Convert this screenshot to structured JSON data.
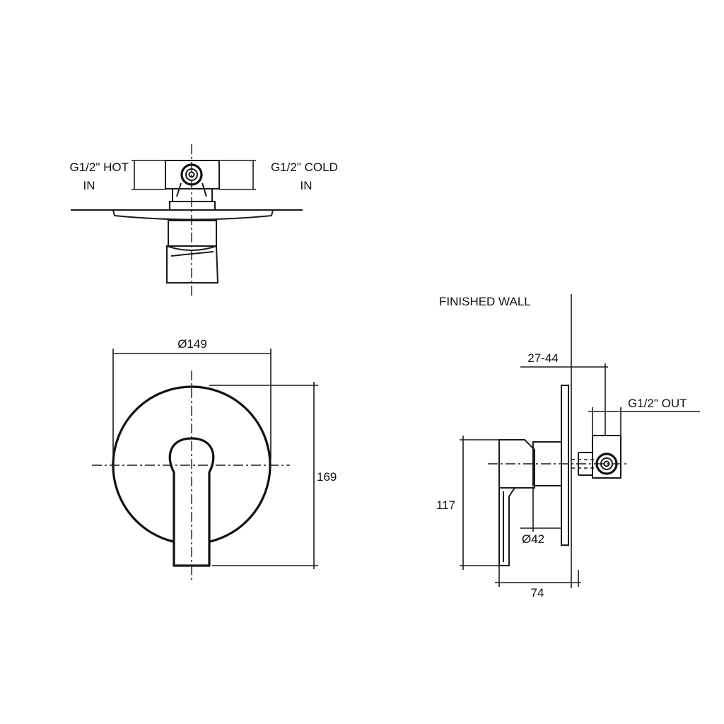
{
  "labels": {
    "hot_in_line1": "G1/2\" HOT",
    "hot_in_line2": "IN",
    "cold_in_line1": "G1/2\" COLD",
    "cold_in_line2": "IN",
    "finished_wall": "FINISHED WALL",
    "out": "G1/2\" OUT"
  },
  "dimensions": {
    "plate_diameter": "Ø149",
    "height": "169",
    "wall_range": "27-44",
    "side_height": "117",
    "body_diameter": "Ø42",
    "depth": "74"
  },
  "colors": {
    "line": "#1a1a1a",
    "background": "#ffffff"
  }
}
